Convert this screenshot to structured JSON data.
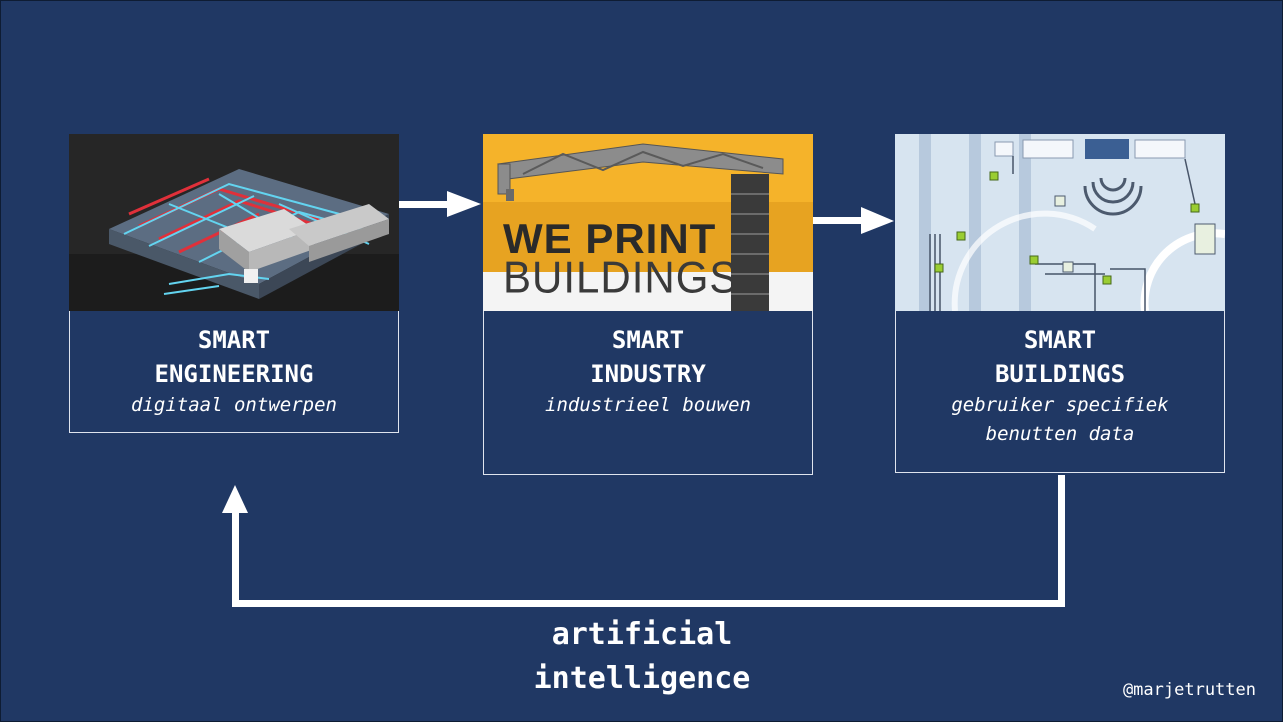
{
  "cards": [
    {
      "title_line1": "SMART",
      "title_line2": "ENGINEERING",
      "subtitle": "digitaal ontwerpen",
      "image": "bim-building-model"
    },
    {
      "title_line1": "SMART",
      "title_line2": "INDUSTRY",
      "subtitle": "industrieel bouwen",
      "image": "3d-printing-gantry",
      "image_text_line1": "WE PRINT",
      "image_text_line2": "BUILDINGS"
    },
    {
      "title_line1": "SMART",
      "title_line2": "BUILDINGS",
      "subtitle": "gebruiker specifiek\nbenutten data",
      "image": "sensor-network-schematic"
    }
  ],
  "loop_label": {
    "line1": "artificial",
    "line2": "intelligence"
  },
  "handle": "@marjetrutten",
  "colors": {
    "background": "#203864",
    "text": "#ffffff",
    "arrow": "#ffffff",
    "print_banner": "#f5b32a"
  }
}
